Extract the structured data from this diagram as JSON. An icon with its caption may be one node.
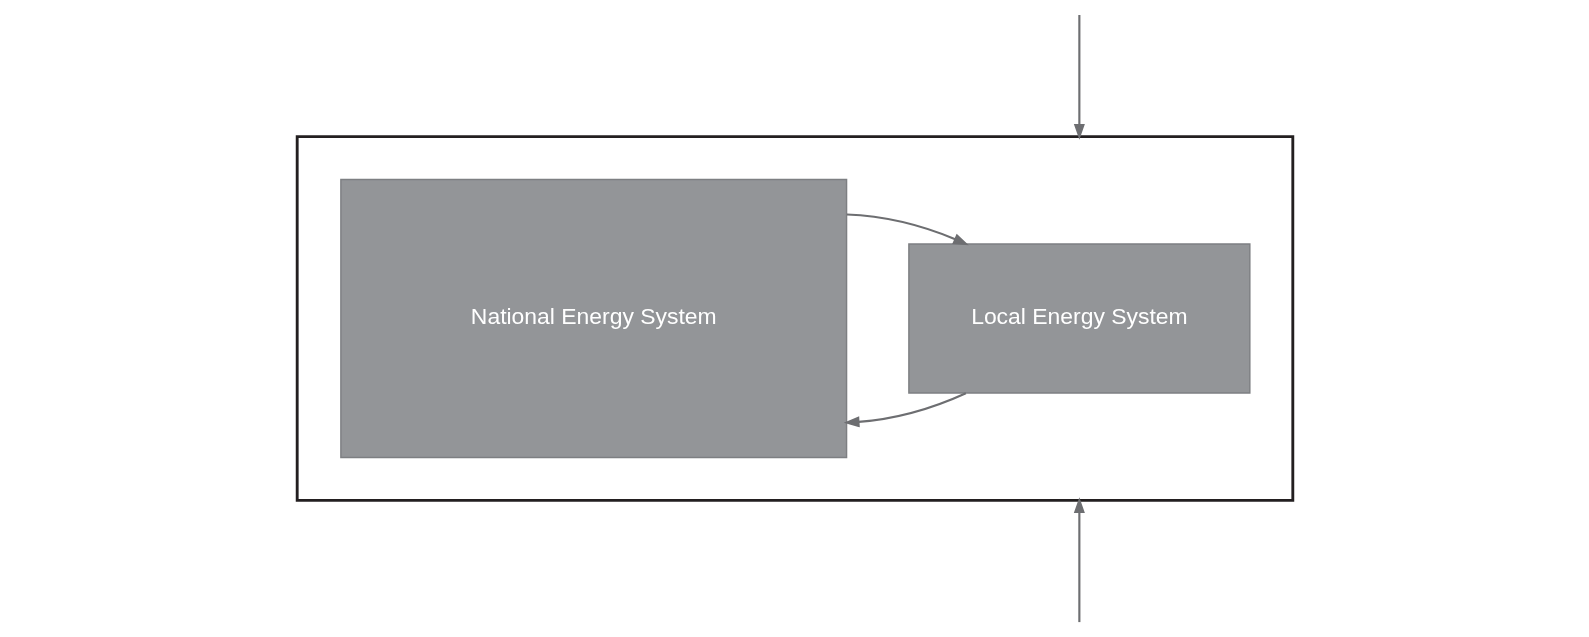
{
  "diagram": {
    "nodes": [
      {
        "text": [],
        "shape": "box"
      },
      {
        "text": [
          "Local Energy System"
        ],
        "in": 0
      },
      {
        "text": [
          "National Energy System"
        ],
        "in": 0
      }
    ],
    "edges": [
      {
        "from": null,
        "to": 0,
        "arrow": "to"
      },
      {
        "from": 1,
        "to": 2,
        "arrow": "to"
      },
      {
        "from": 2,
        "to": 1,
        "arrow": "to"
      },
      {
        "from": null,
        "to": 0,
        "arrow": "to"
      }
    ]
  }
}
